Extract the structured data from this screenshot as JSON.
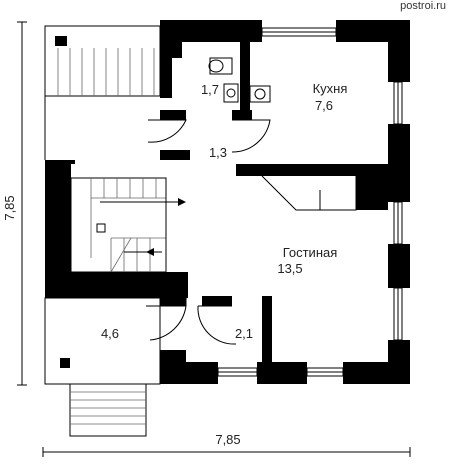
{
  "watermark": "postroi.ru",
  "dimensions": {
    "width": "7,85",
    "height": "7,85"
  },
  "rooms": {
    "wc": {
      "area": "1,7"
    },
    "kitchen": {
      "name": "Кухня",
      "area": "7,6"
    },
    "hall": {
      "area": "1,3"
    },
    "living": {
      "name": "Гостиная",
      "area": "13,5"
    },
    "porch": {
      "area": "4,6"
    },
    "vestibule": {
      "area": "2,1"
    }
  },
  "colors": {
    "wall": "#000000",
    "background": "#ffffff",
    "line": "#000000"
  }
}
